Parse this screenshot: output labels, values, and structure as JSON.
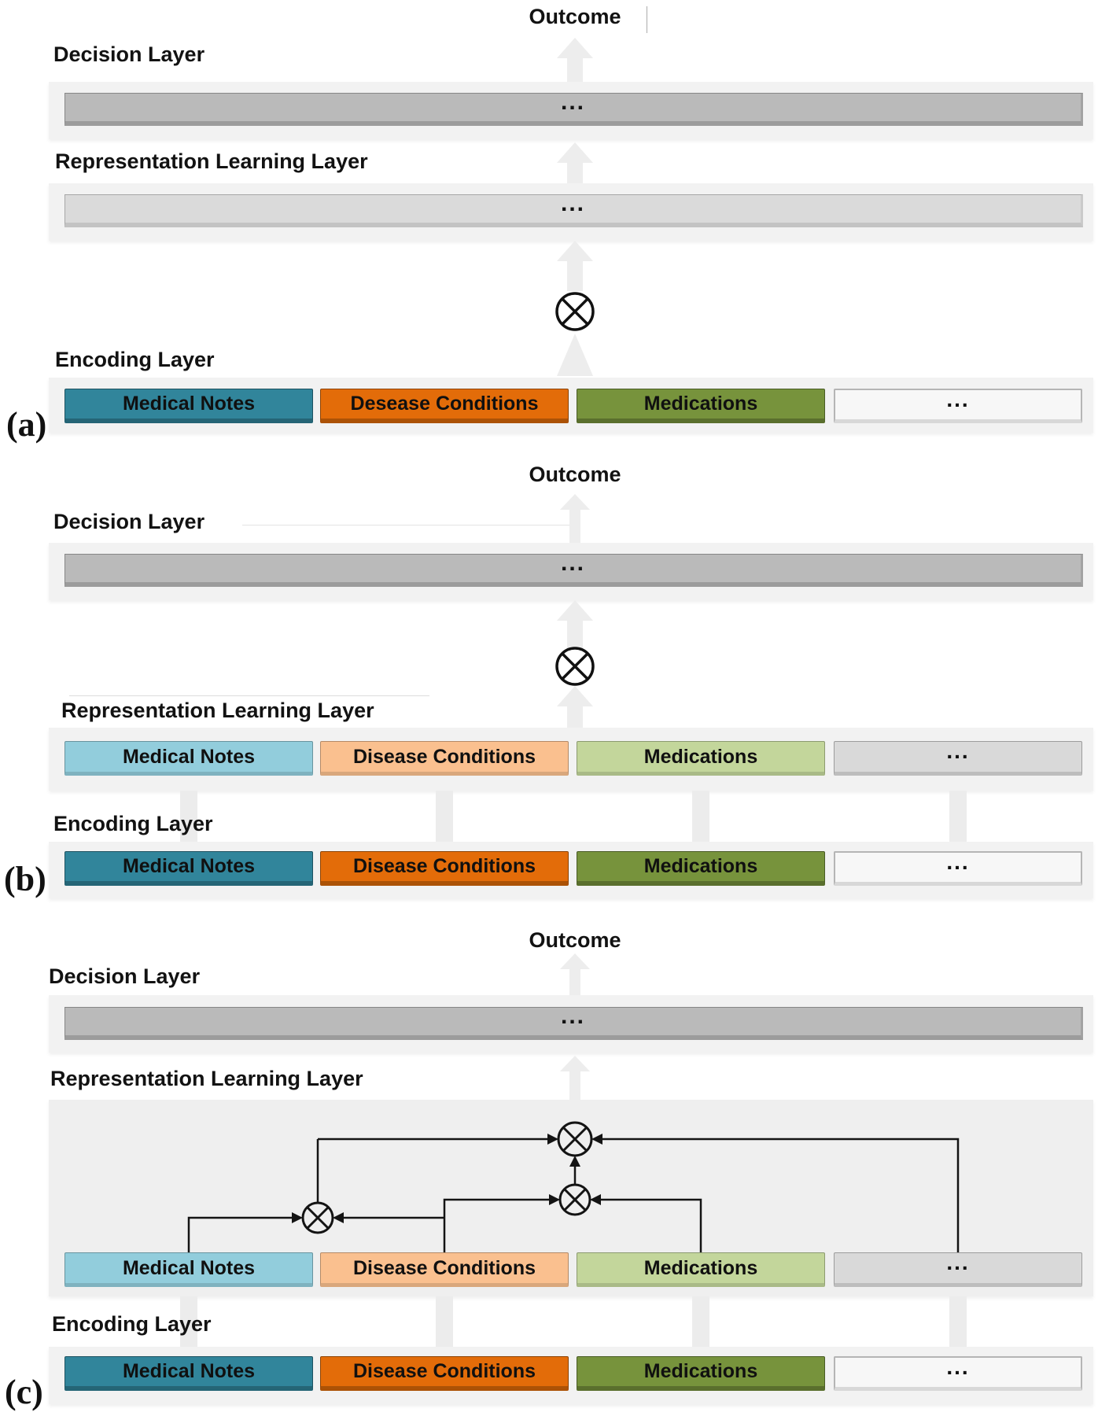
{
  "figure": {
    "panels": {
      "a": {
        "tag": "(a)",
        "outcome_label": "Outcome",
        "decision_layer_label": "Decision Layer",
        "decision_bar_text": "...",
        "representation_layer_label": "Representation Learning Layer",
        "representation_bar_text": "...",
        "encoding_layer_label": "Encoding Layer",
        "encoding_boxes": [
          "Medical Notes",
          "Desease Conditions",
          "Medications",
          "..."
        ]
      },
      "b": {
        "tag": "(b)",
        "outcome_label": "Outcome",
        "decision_layer_label": "Decision Layer",
        "decision_bar_text": "...",
        "representation_layer_label": "Representation Learning Layer",
        "representation_boxes": [
          "Medical Notes",
          "Disease Conditions",
          "Medications",
          "..."
        ],
        "encoding_layer_label": "Encoding Layer",
        "encoding_boxes": [
          "Medical Notes",
          "Disease Conditions",
          "Medications",
          "..."
        ]
      },
      "c": {
        "tag": "(c)",
        "outcome_label": "Outcome",
        "decision_layer_label": "Decision Layer",
        "decision_bar_text": "...",
        "representation_layer_label": "Representation Learning Layer",
        "representation_boxes": [
          "Medical Notes",
          "Disease Conditions",
          "Medications",
          "..."
        ],
        "encoding_layer_label": "Encoding Layer",
        "encoding_boxes": [
          "Medical Notes",
          "Disease Conditions",
          "Medications",
          "..."
        ]
      }
    },
    "icons": {
      "fusion_node": "multiply-circle-icon",
      "up_arrow": "up-arrow-icon"
    },
    "colors": {
      "medical_notes": "#31859b",
      "disease_conditions": "#e36c09",
      "medications": "#77933c",
      "medical_notes_pastel": "#92cddc",
      "disease_conditions_pastel": "#fac08f",
      "medications_pastel": "#c3d69b",
      "placeholder_pastel": "#d9d9d9",
      "placeholder_white": "#f7f7f7",
      "decision_bar": "#bababa",
      "representation_bar": "#dadada",
      "layer_band": "#f2f2f2",
      "representation_panel": "#efefef"
    }
  }
}
